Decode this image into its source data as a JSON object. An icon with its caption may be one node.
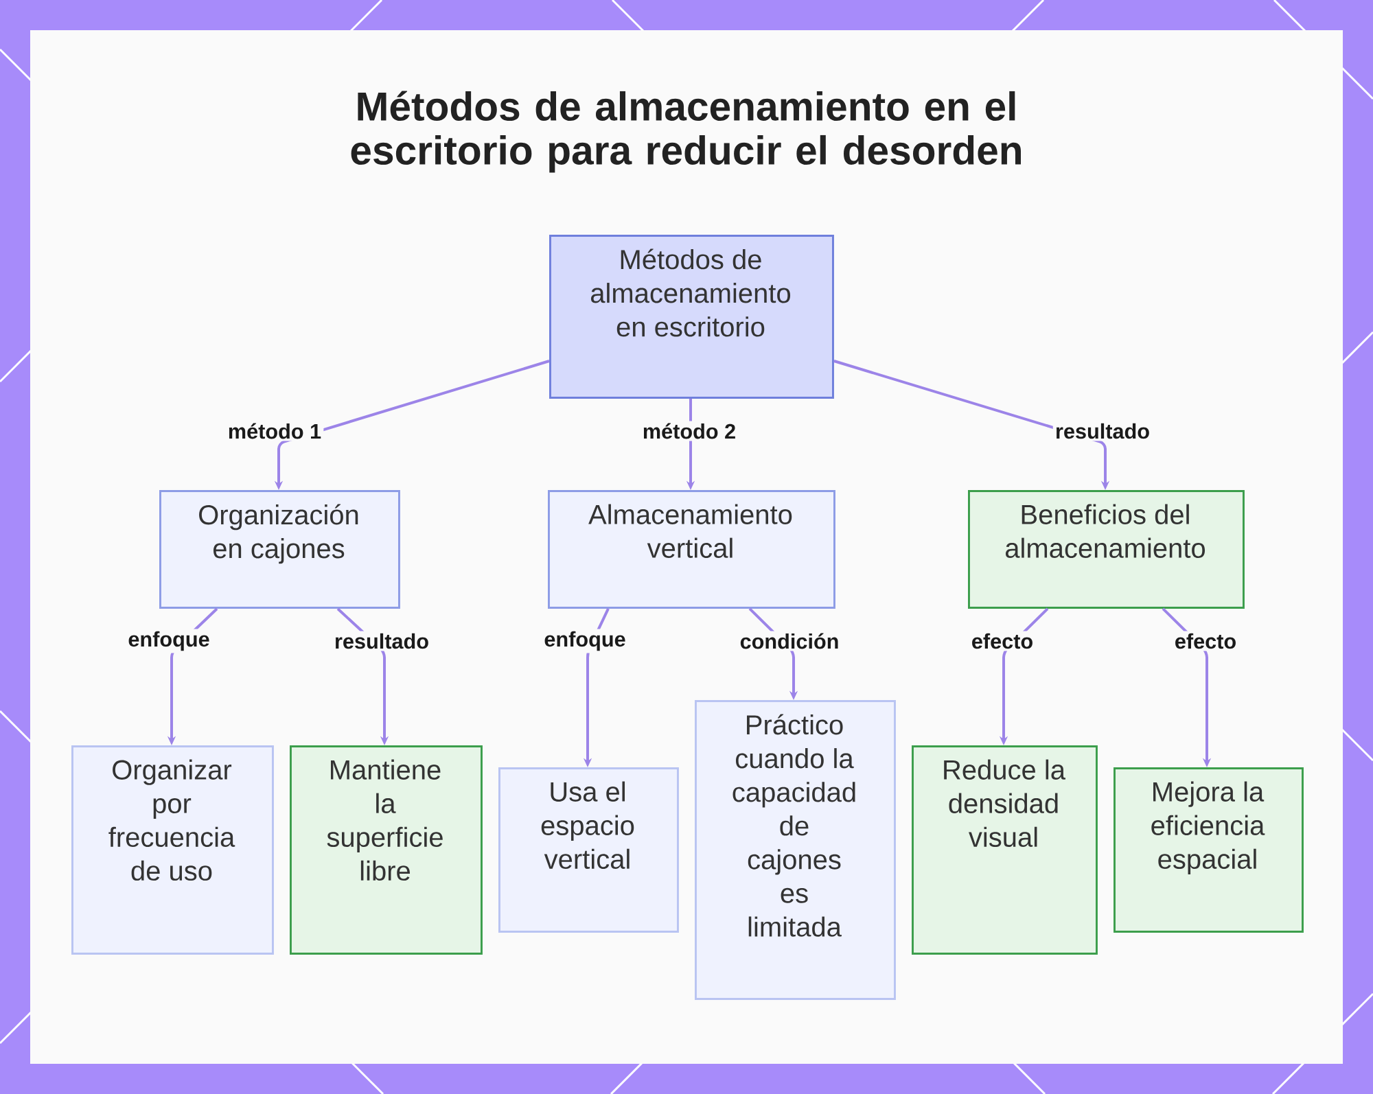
{
  "diagram": {
    "title": "Métodos de almacenamiento en el escritorio para reducir el desorden",
    "nodes": [
      {
        "text": [
          "Métodos de almacenamiento en escritorio"
        ]
      },
      {
        "text": [
          "Organización en cajones"
        ]
      },
      {
        "text": [
          "Almacenamiento vertical"
        ]
      },
      {
        "text": [
          "Beneficios del almacenamiento"
        ]
      },
      {
        "text": [
          "Organizar por frecuencia de uso"
        ]
      },
      {
        "text": [
          "Mantiene la superficie libre"
        ]
      },
      {
        "text": [
          "Usa el espacio vertical"
        ]
      },
      {
        "text": [
          "Práctico cuando la capacidad de cajones es limitada"
        ]
      },
      {
        "text": [
          "Reduce la densidad visual"
        ]
      },
      {
        "text": [
          "Mejora la eficiencia espacial"
        ]
      }
    ],
    "edges": [
      {
        "from": 0,
        "to": 1,
        "arrow": "to",
        "label": "método 1"
      },
      {
        "from": 0,
        "to": 2,
        "arrow": "to",
        "label": "método 2"
      },
      {
        "from": 0,
        "to": 3,
        "arrow": "to",
        "label": "resultado"
      },
      {
        "from": 1,
        "to": 4,
        "arrow": "to",
        "label": "enfoque"
      },
      {
        "from": 1,
        "to": 5,
        "arrow": "to",
        "label": "resultado"
      },
      {
        "from": 2,
        "to": 6,
        "arrow": "to",
        "label": "enfoque"
      },
      {
        "from": 2,
        "to": 7,
        "arrow": "to",
        "label": "condición"
      },
      {
        "from": 3,
        "to": 8,
        "arrow": "to",
        "label": "efecto"
      },
      {
        "from": 3,
        "to": 9,
        "arrow": "to",
        "label": "efecto"
      }
    ]
  }
}
